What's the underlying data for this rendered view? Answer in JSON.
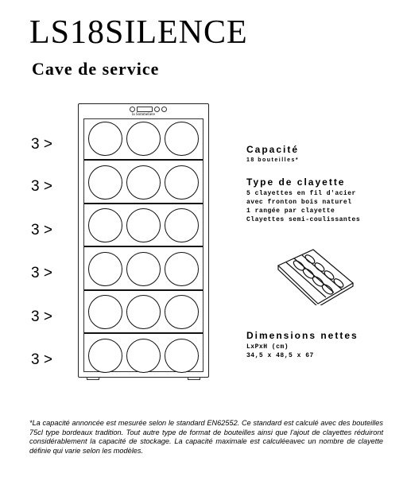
{
  "header": {
    "title": "LS18SILENCE",
    "subtitle": "Cave de service"
  },
  "product": {
    "brand": "la Sommeliere"
  },
  "shelves": [
    {
      "label": "3 >",
      "bottles": 3
    },
    {
      "label": "3 >",
      "bottles": 3
    },
    {
      "label": "3 >",
      "bottles": 3
    },
    {
      "label": "3 >",
      "bottles": 3
    },
    {
      "label": "3 >",
      "bottles": 3
    },
    {
      "label": "3 >",
      "bottles": 3
    }
  ],
  "specs": {
    "capacity": {
      "title": "Capacité",
      "value": "18 bouteilles*"
    },
    "shelf_type": {
      "title": "Type de clayette",
      "lines": [
        "5 clayettes en fil d'acier",
        "avec fronton bois naturel",
        "1 rangée par clayette",
        "Clayettes semi-coulissantes"
      ]
    },
    "dimensions": {
      "title": "Dimensions nettes",
      "unit_label": "LxPxH (cm)",
      "value": "34,5 x 48,5 x 67"
    }
  },
  "footnote": "*La capacité annoncée est mesurée selon le standard EN62552. Ce standard est calculé avec des bouteilles 75cl type bordeaux tradition. Tout autre type de format de bouteilles ainsi que l'ajout de clayettes réduiront considérablement la capacité de stockage. La capacité maximale est calculéeavec un nombre de clayette définie qui varie selon les modèles."
}
